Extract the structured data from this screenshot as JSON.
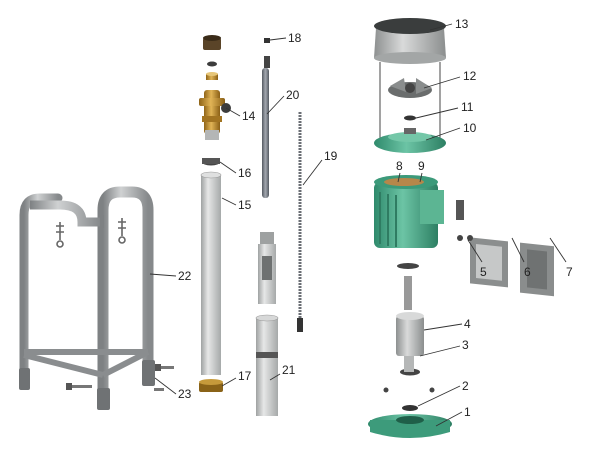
{
  "diagram": {
    "labels": [
      {
        "id": "p1",
        "text": "1"
      },
      {
        "id": "p2",
        "text": "2"
      },
      {
        "id": "p3",
        "text": "3"
      },
      {
        "id": "p4",
        "text": "4"
      },
      {
        "id": "p5",
        "text": "5"
      },
      {
        "id": "p6",
        "text": "6"
      },
      {
        "id": "p7",
        "text": "7"
      },
      {
        "id": "p8",
        "text": "8"
      },
      {
        "id": "p9",
        "text": "9"
      },
      {
        "id": "p10",
        "text": "10"
      },
      {
        "id": "p11",
        "text": "11"
      },
      {
        "id": "p12",
        "text": "12"
      },
      {
        "id": "p13",
        "text": "13"
      },
      {
        "id": "p14",
        "text": "14"
      },
      {
        "id": "p15",
        "text": "15"
      },
      {
        "id": "p16",
        "text": "16"
      },
      {
        "id": "p17",
        "text": "17"
      },
      {
        "id": "p18",
        "text": "18"
      },
      {
        "id": "p19",
        "text": "19"
      },
      {
        "id": "p20",
        "text": "20"
      },
      {
        "id": "p21",
        "text": "21"
      },
      {
        "id": "p22",
        "text": "22"
      },
      {
        "id": "p23",
        "text": "23"
      }
    ],
    "colors": {
      "pump_green": "#4fae8f",
      "pipe_grey": "#c9cbcb",
      "frame_grey": "#a8aaac",
      "rod_grey": "#7c8088",
      "brass": "#c8952f",
      "dark": "#3c3c3c",
      "line": "#333333"
    }
  }
}
